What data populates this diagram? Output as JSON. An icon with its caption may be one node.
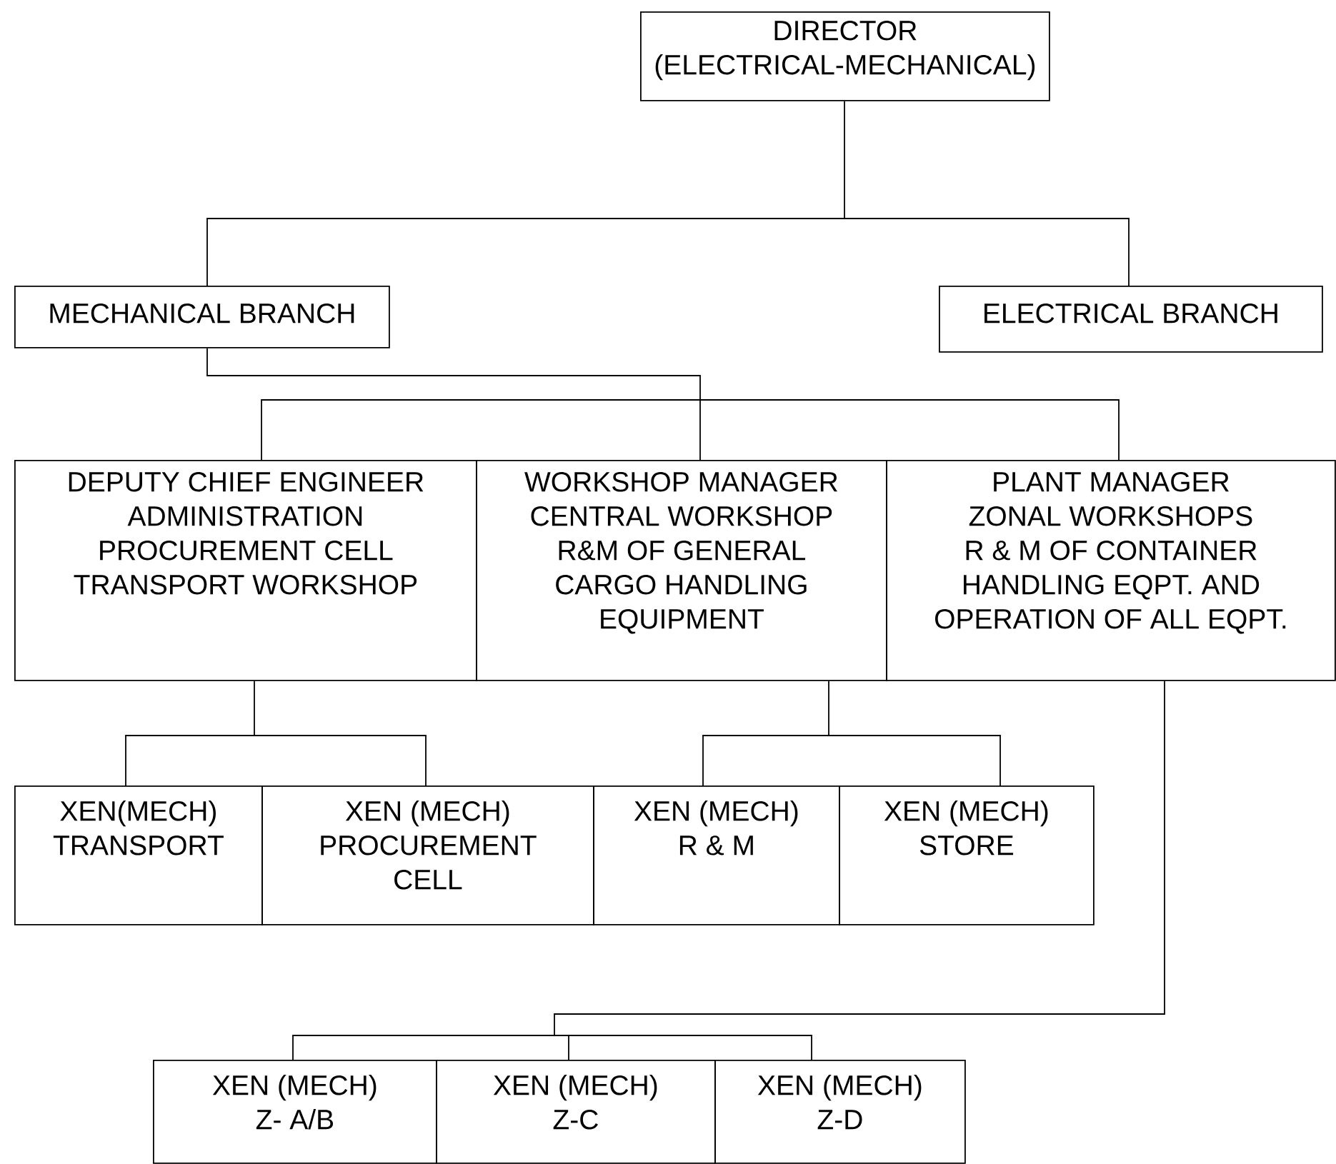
{
  "diagram": {
    "nodes": [
      {
        "text": [
          "DIRECTOR",
          "(ELECTRICAL-MECHANICAL)"
        ]
      },
      {
        "text": [
          "MECHANICAL BRANCH"
        ]
      },
      {
        "text": [
          "ELECTRICAL BRANCH"
        ]
      },
      {
        "text": [
          "DEPUTY CHIEF ENGINEER",
          "ADMINISTRATION",
          "PROCUREMENT CELL",
          "TRANSPORT WORKSHOP"
        ]
      },
      {
        "text": [
          "WORKSHOP MANAGER",
          "CENTRAL WORKSHOP",
          "R&M OF GENERAL CARGO HANDLING EQUIPMENT"
        ]
      },
      {
        "text": [
          "PLANT MANAGER",
          "ZONAL WORKSHOPS",
          "R & M OF CONTAINER HANDLING EQPT. AND OPERATION OF ALL EQPT."
        ]
      },
      {
        "text": [
          "XEN(MECH)",
          "TRANSPORT"
        ]
      },
      {
        "text": [
          "XEN (MECH)",
          "PROCUREMENT CELL"
        ]
      },
      {
        "text": [
          "XEN (MECH)",
          "R & M"
        ]
      },
      {
        "text": [
          "XEN (MECH)",
          "STORE"
        ]
      },
      {
        "text": [
          "XEN (MECH)",
          "Z- A/B"
        ]
      },
      {
        "text": [
          "XEN (MECH)",
          "Z-C"
        ]
      },
      {
        "text": [
          "XEN (MECH)",
          "Z-D"
        ]
      }
    ],
    "edges": [
      {
        "from": 0,
        "to": 1,
        "arrow": "none"
      },
      {
        "from": 0,
        "to": 2,
        "arrow": "none"
      },
      {
        "from": 1,
        "to": 3,
        "arrow": "none"
      },
      {
        "from": 1,
        "to": 4,
        "arrow": "none"
      },
      {
        "from": 1,
        "to": 5,
        "arrow": "none"
      },
      {
        "from": 3,
        "to": 6,
        "arrow": "none"
      },
      {
        "from": 3,
        "to": 7,
        "arrow": "none"
      },
      {
        "from": 4,
        "to": 8,
        "arrow": "none"
      },
      {
        "from": 4,
        "to": 9,
        "arrow": "none"
      },
      {
        "from": 5,
        "to": 10,
        "arrow": "none"
      },
      {
        "from": 5,
        "to": 11,
        "arrow": "none"
      },
      {
        "from": 5,
        "to": 12,
        "arrow": "none"
      }
    ]
  }
}
